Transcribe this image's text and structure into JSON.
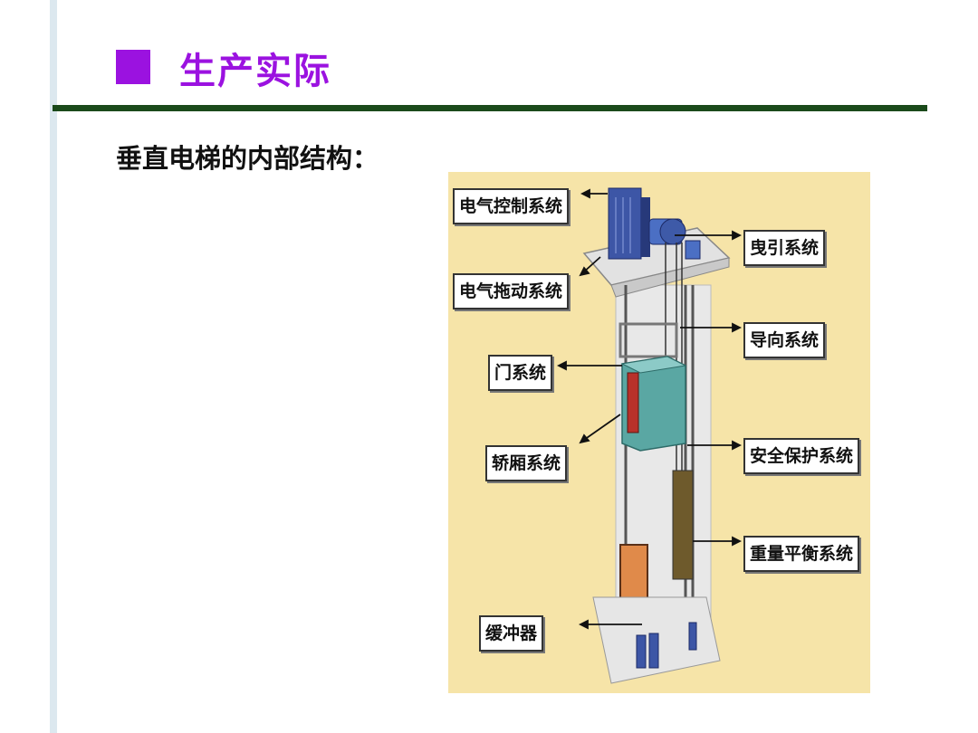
{
  "slide": {
    "title": "生产实际",
    "subtitle": "垂直电梯的内部结构：",
    "accent_color": "#9b12e0",
    "rule_color": "#1b4a1b"
  },
  "figure": {
    "labels": {
      "electric_control": "电气控制系统",
      "electric_drive": "电气拖动系统",
      "door": "门系统",
      "car": "轿厢系统",
      "buffer": "缓冲器",
      "traction": "曳引系统",
      "guide": "导向系统",
      "safety": "安全保护系统",
      "counterweight": "重量平衡系统"
    }
  }
}
